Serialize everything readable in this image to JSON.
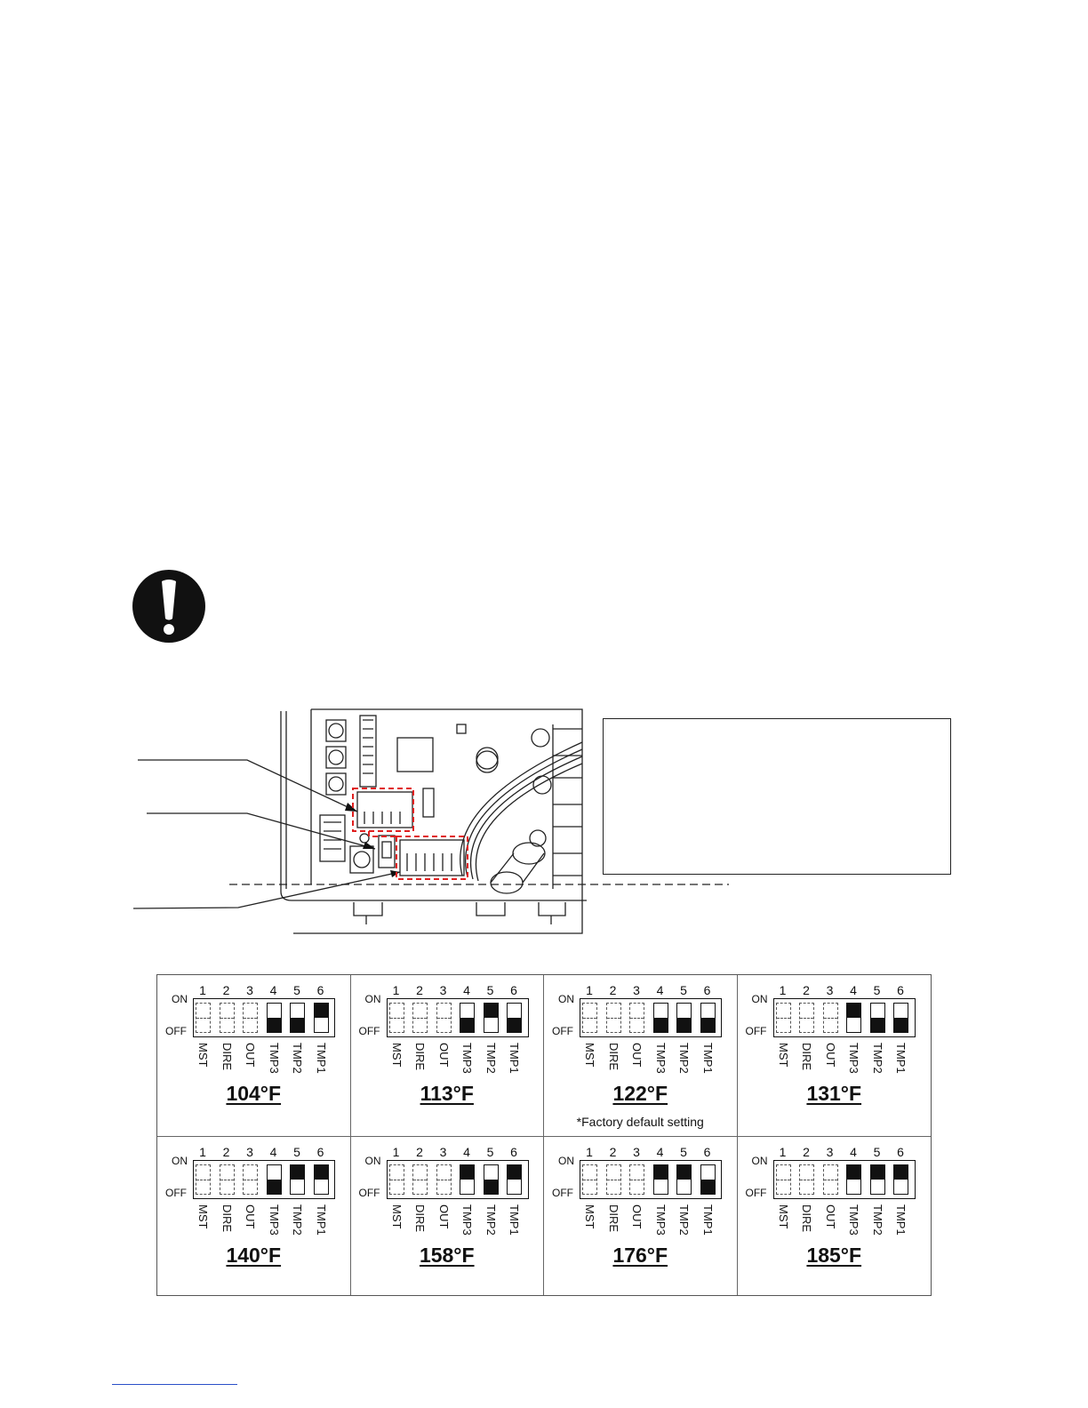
{
  "colors": {
    "footer_rule": "#2b50c8",
    "highlight_dash": "#e02020",
    "ink": "#111111"
  },
  "icons": {
    "caution": "exclamation-circle-icon"
  },
  "dip_table": {
    "on_label": "ON",
    "off_label": "OFF",
    "switch_numbers": [
      "1",
      "2",
      "3",
      "4",
      "5",
      "6"
    ],
    "switch_labels": [
      "MST",
      "DIRE",
      "OUT",
      "TMP3",
      "TMP2",
      "TMP1"
    ],
    "settings": [
      {
        "temp": "104°F",
        "note": "",
        "tmp3": "off",
        "tmp2": "off",
        "tmp1": "on"
      },
      {
        "temp": "113°F",
        "note": "",
        "tmp3": "off",
        "tmp2": "on",
        "tmp1": "off"
      },
      {
        "temp": "122°F",
        "note": "*Factory default setting",
        "tmp3": "off",
        "tmp2": "off",
        "tmp1": "off"
      },
      {
        "temp": "131°F",
        "note": "",
        "tmp3": "on",
        "tmp2": "off",
        "tmp1": "off"
      },
      {
        "temp": "140°F",
        "note": "",
        "tmp3": "off",
        "tmp2": "on",
        "tmp1": "on"
      },
      {
        "temp": "158°F",
        "note": "",
        "tmp3": "on",
        "tmp2": "off",
        "tmp1": "on"
      },
      {
        "temp": "176°F",
        "note": "",
        "tmp3": "on",
        "tmp2": "on",
        "tmp1": "off"
      },
      {
        "temp": "185°F",
        "note": "",
        "tmp3": "on",
        "tmp2": "on",
        "tmp1": "on"
      }
    ]
  }
}
